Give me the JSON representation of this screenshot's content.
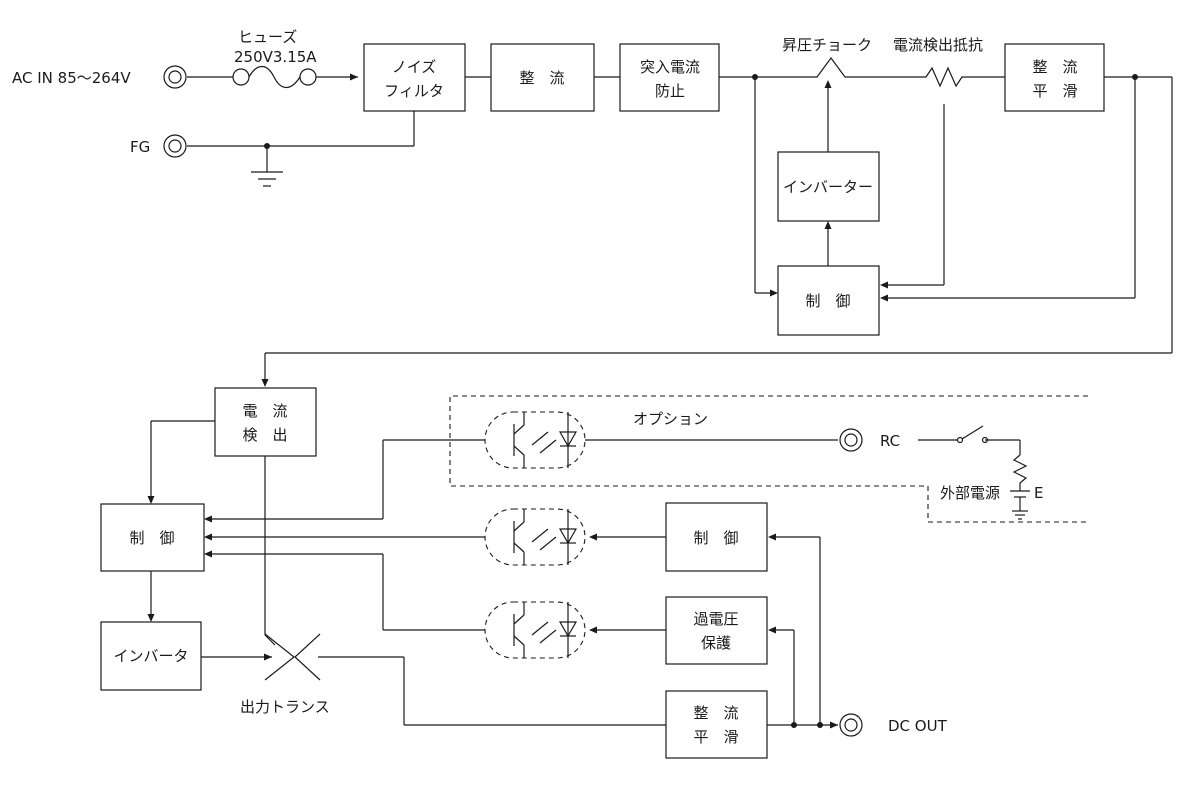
{
  "labels": {
    "ac_in": "AC IN 85～264V",
    "fg": "FG",
    "fuse_name": "ヒューズ",
    "fuse_rating": "250V3.15A",
    "boost_choke": "昇圧チョーク",
    "current_sense_resistor": "電流検出抵抗",
    "output_transformer": "出力トランス",
    "option": "オプション",
    "rc": "RC",
    "external_power": "外部電源",
    "e": "E",
    "dc_out": "DC OUT"
  },
  "blocks": {
    "noise_filter": [
      "ノイズ",
      "フィルタ"
    ],
    "rectifier_1": [
      "整　流"
    ],
    "inrush_prevention": [
      "突入電流",
      "防止"
    ],
    "rect_smooth_1": [
      "整　流",
      "平　滑"
    ],
    "inverter_1": [
      "インバーター"
    ],
    "control_1": [
      "制　御"
    ],
    "current_detect": [
      "電　流",
      "検　出"
    ],
    "control_2": [
      "制　御"
    ],
    "inverter_2": [
      "インバータ"
    ],
    "control_3": [
      "制　御"
    ],
    "overvoltage_protect": [
      "過電圧",
      "保護"
    ],
    "rect_smooth_2": [
      "整　流",
      "平　滑"
    ]
  },
  "icons": [
    "connector-icon",
    "fuse-icon",
    "ground-icon",
    "choke-icon",
    "resistor-icon",
    "photocoupler-icon",
    "switch-icon",
    "transformer-icon"
  ]
}
